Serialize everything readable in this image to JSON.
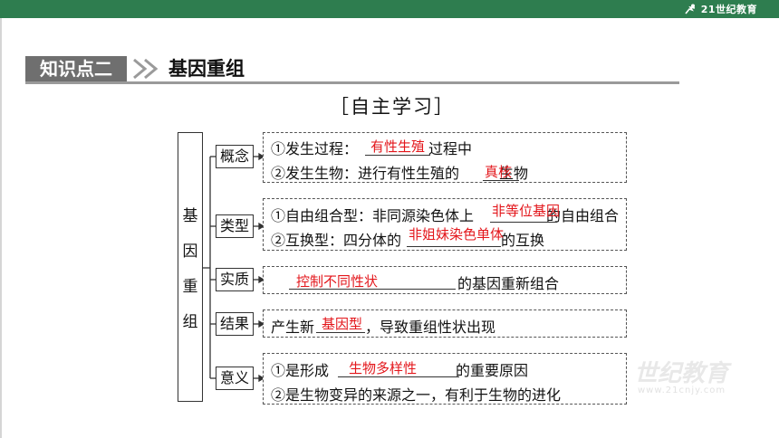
{
  "header": {
    "logo_text": "21世纪教育",
    "bar_color": "#2e7d4f"
  },
  "section": {
    "tag": "知识点二",
    "title": "基因重组"
  },
  "subtitle": "［自主学习］",
  "main_node_chars": [
    "基",
    "因",
    "重",
    "组"
  ],
  "categories": {
    "concept": {
      "label": "概念",
      "line1_a": "①发生过程：",
      "line1_answer": "有性生殖",
      "line1_b": "过程中",
      "line2_a": "②发生生物：进行有性生殖的",
      "line2_answer": "真核",
      "line2_b": "生物"
    },
    "type": {
      "label": "类型",
      "line1_a": "①自由组合型：非同源染色体上",
      "line1_answer": "非等位基因",
      "line1_b": "的自由组合",
      "line2_a": "②互换型：四分体的",
      "line2_answer": "非姐妹染色单体",
      "line2_b": "的互换"
    },
    "essence": {
      "label": "实质",
      "answer": "控制不同性状",
      "text": "的基因重新组合"
    },
    "result": {
      "label": "结果",
      "text_a": "产生新",
      "answer": "基因型",
      "text_b": "，导致重组性状出现"
    },
    "meaning": {
      "label": "意义",
      "line1_a": "①是形成",
      "line1_answer": "生物多样性",
      "line1_b": "的重要原因",
      "line2": "②是生物变异的来源之一，有利于生物的进化"
    }
  },
  "watermark": {
    "main": "世纪教育",
    "sub": "www.21cnjy.com"
  },
  "colors": {
    "answer": "#e3161b",
    "tag_bg": "#6f6f6f"
  }
}
